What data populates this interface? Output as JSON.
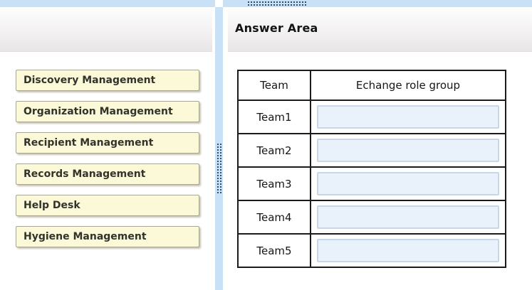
{
  "answer_area": {
    "title": "Answer Area"
  },
  "palette": {
    "items": [
      {
        "label": "Discovery Management"
      },
      {
        "label": "Organization Management"
      },
      {
        "label": "Recipient Management"
      },
      {
        "label": "Records Management"
      },
      {
        "label": "Help Desk"
      },
      {
        "label": "Hygiene Management"
      }
    ]
  },
  "answer_table": {
    "columns": [
      "Team",
      "Echange role group"
    ],
    "rows": [
      {
        "team": "Team1",
        "value": ""
      },
      {
        "team": "Team2",
        "value": ""
      },
      {
        "team": "Team3",
        "value": ""
      },
      {
        "team": "Team4",
        "value": ""
      },
      {
        "team": "Team5",
        "value": ""
      }
    ]
  },
  "colors": {
    "strip_blue": "#c9e1f7",
    "grip_dot_navy": "#2e4e6e",
    "button_yellow": "#fbf9d7",
    "button_border": "#a9a795",
    "dropzone_fill": "#e9f1fa",
    "dropzone_border": "#c7d7e8",
    "table_border": "#1b1b1b",
    "band_gray": "#e7e5e5"
  }
}
